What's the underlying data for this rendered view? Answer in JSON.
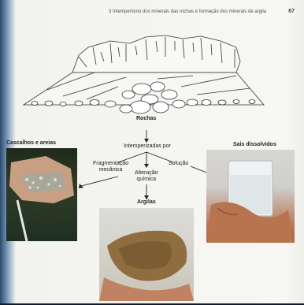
{
  "header": {
    "chapter_title": "3 Intemperismo dos minerais das rochas e formação dos minerais de argila",
    "page_number": "67"
  },
  "diagram": {
    "rochas": "Rochas",
    "intemperizadas": "Intemperizadas por",
    "fragmentacao": "Fragmentação\nmecânica",
    "alteracao": "Alteração\nquímica",
    "solucao": "Solução",
    "argilas": "Argilas"
  },
  "photos": {
    "left_caption": "Cascalhos e areias",
    "right_caption": "Sais dissolvidos"
  },
  "colors": {
    "page": "#f4f4f1",
    "ink": "#222222"
  }
}
